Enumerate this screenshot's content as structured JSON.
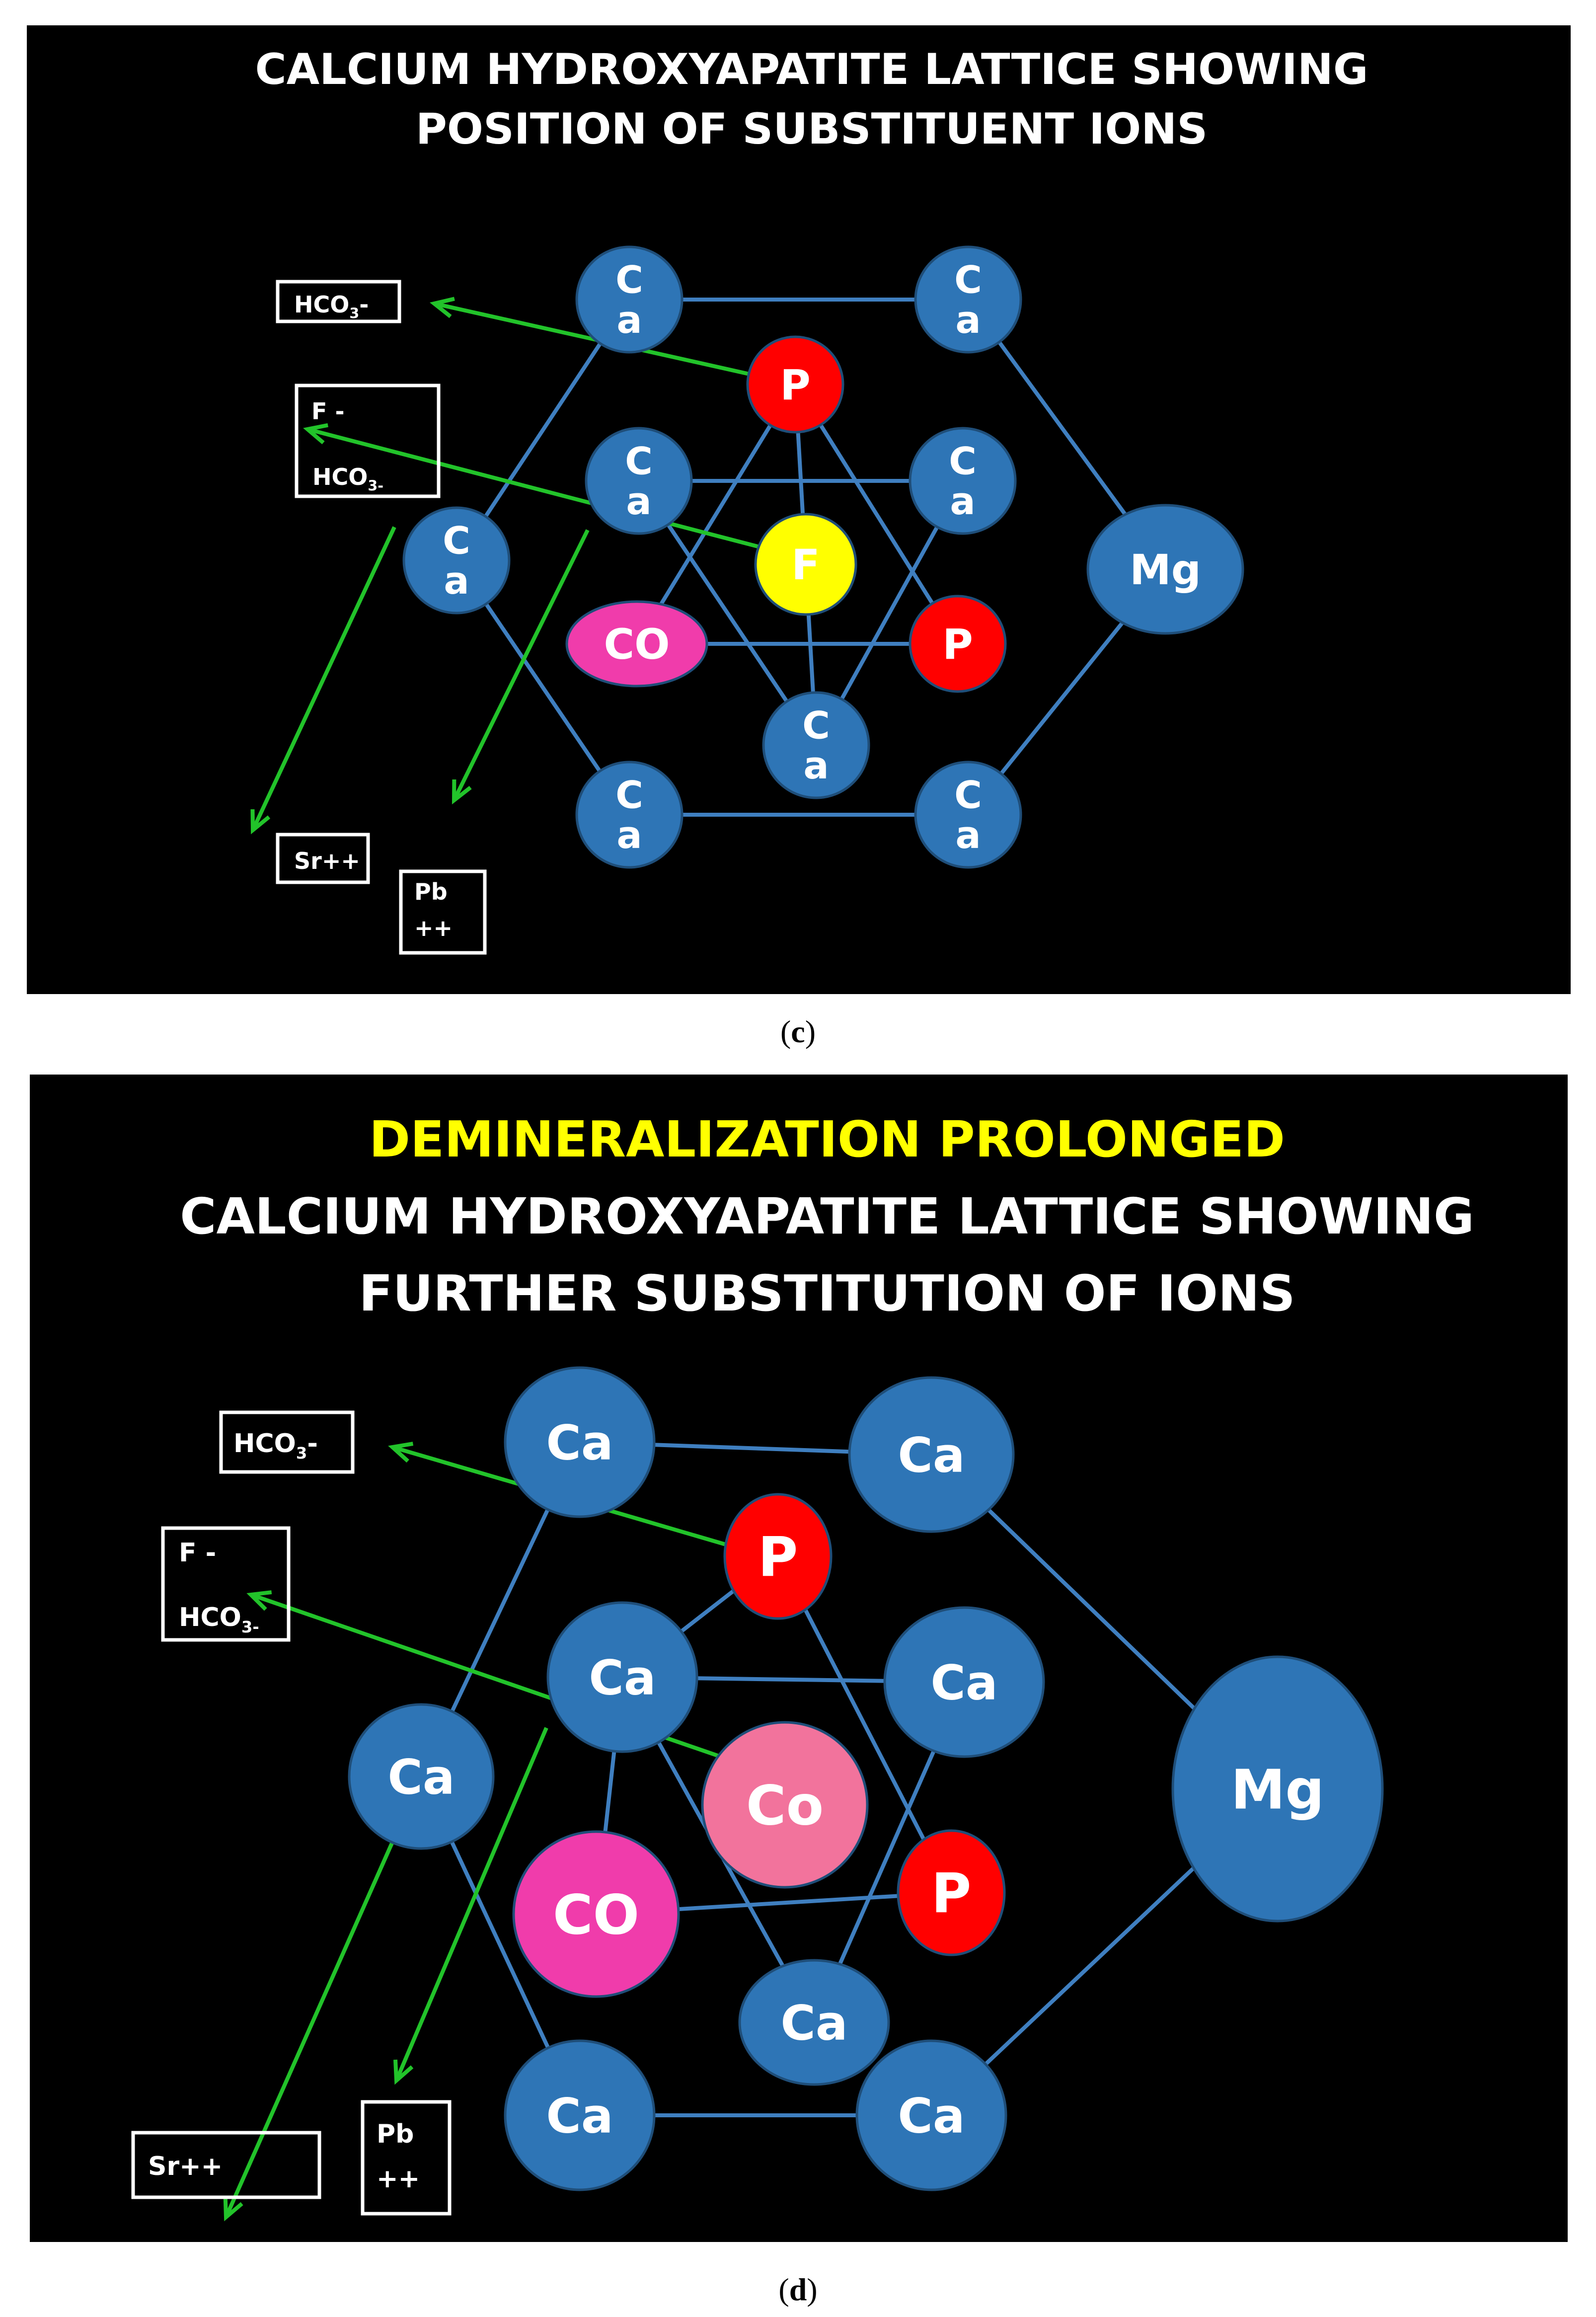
{
  "panels": [
    {
      "id": "c",
      "caption": "c",
      "title": [
        "CALCIUM HYDROXYAPATITE LATTICE SHOWING",
        "POSITION OF SUBSTITUENT  IONS"
      ],
      "colors": {
        "ca": "#2e75b6",
        "p": "#ff0000",
        "f": "#ffff00",
        "co": "#f03cab",
        "mg": "#2e75b6"
      },
      "nodes": [
        {
          "id": "ca1",
          "label": "C\na",
          "kind": "ca"
        },
        {
          "id": "ca2",
          "label": "C\na",
          "kind": "ca"
        },
        {
          "id": "ca3",
          "label": "C\na",
          "kind": "ca"
        },
        {
          "id": "ca4",
          "label": "C\na",
          "kind": "ca"
        },
        {
          "id": "ca5",
          "label": "C\na",
          "kind": "ca"
        },
        {
          "id": "ca6",
          "label": "C\na",
          "kind": "ca"
        },
        {
          "id": "ca7",
          "label": "C\na",
          "kind": "ca"
        },
        {
          "id": "ca8",
          "label": "C\na",
          "kind": "ca"
        },
        {
          "id": "p1",
          "label": "P",
          "kind": "p"
        },
        {
          "id": "p2",
          "label": "P",
          "kind": "p"
        },
        {
          "id": "f",
          "label": "F",
          "kind": "f"
        },
        {
          "id": "co",
          "label": "CO",
          "kind": "co"
        },
        {
          "id": "mg",
          "label": "Mg",
          "kind": "mg"
        }
      ],
      "boxes": [
        {
          "id": "hco3",
          "lines": [
            "HCO3-"
          ]
        },
        {
          "id": "f-hco3",
          "lines": [
            "F -",
            "HCO3-"
          ]
        },
        {
          "id": "sr",
          "lines": [
            "Sr++"
          ]
        },
        {
          "id": "pb",
          "lines": [
            "Pb",
            "++"
          ]
        }
      ]
    },
    {
      "id": "d",
      "caption": "d",
      "title_highlight": "DEMINERALIZATION PROLONGED",
      "title": [
        "CALCIUM HYDROXYAPATITE LATTICE SHOWING",
        "FURTHER SUBSTITUTION OF  IONS"
      ],
      "colors": {
        "ca": "#2e75b6",
        "p": "#ff0000",
        "cobalt": "#f2739c",
        "co": "#f03cab",
        "mg": "#2e75b6",
        "highlight": "#ffff00"
      },
      "nodes": [
        {
          "id": "ca1",
          "label": "Ca",
          "kind": "ca"
        },
        {
          "id": "ca2",
          "label": "Ca",
          "kind": "ca"
        },
        {
          "id": "ca3",
          "label": "Ca",
          "kind": "ca"
        },
        {
          "id": "ca4",
          "label": "Ca",
          "kind": "ca"
        },
        {
          "id": "ca5",
          "label": "Ca",
          "kind": "ca"
        },
        {
          "id": "ca6",
          "label": "Ca",
          "kind": "ca"
        },
        {
          "id": "ca7",
          "label": "Ca",
          "kind": "ca"
        },
        {
          "id": "ca8",
          "label": "Ca",
          "kind": "ca"
        },
        {
          "id": "p1",
          "label": "P",
          "kind": "p"
        },
        {
          "id": "p2",
          "label": "P",
          "kind": "p"
        },
        {
          "id": "cobalt",
          "label": "Co",
          "kind": "cobalt"
        },
        {
          "id": "co",
          "label": "CO",
          "kind": "co"
        },
        {
          "id": "mg",
          "label": "Mg",
          "kind": "mg"
        }
      ],
      "boxes": [
        {
          "id": "hco3",
          "lines": [
            "HCO3-"
          ]
        },
        {
          "id": "f-hco3",
          "lines": [
            "F -",
            "HCO3-"
          ]
        },
        {
          "id": "sr",
          "lines": [
            "Sr++"
          ]
        },
        {
          "id": "pb",
          "lines": [
            "Pb",
            "++"
          ]
        }
      ]
    }
  ]
}
